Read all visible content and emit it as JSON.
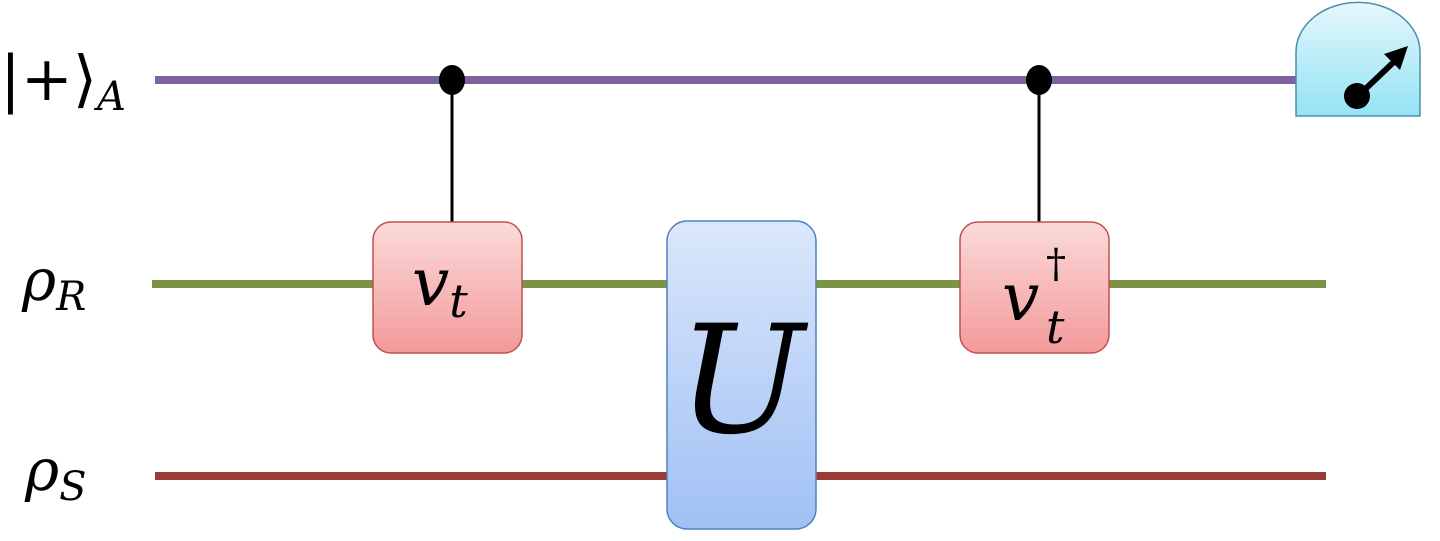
{
  "qubits": {
    "ancilla": {
      "ket_open": "|+⟩",
      "subscript": "A",
      "wire_color": "#7e629e"
    },
    "register": {
      "symbol": "ρ",
      "subscript": "R",
      "wire_color": "#7b9343"
    },
    "system": {
      "symbol": "ρ",
      "subscript": "S",
      "wire_color": "#9b3b38"
    }
  },
  "gates": {
    "controlled_vt": {
      "symbol": "v",
      "subscript": "t",
      "fill_top": "#fbdada",
      "fill_bottom": "#f49a9a",
      "stroke": "#c0504d"
    },
    "unitary": {
      "symbol": "U",
      "fill_top": "#dbe7fb",
      "fill_bottom": "#a0c0f4",
      "stroke": "#4f81bd"
    },
    "controlled_vt_dagger": {
      "symbol": "v",
      "subscript": "t",
      "superscript": "†",
      "fill_top": "#fbdada",
      "fill_bottom": "#f49a9a",
      "stroke": "#c0504d"
    }
  },
  "measurement": {
    "icon": "meter-icon",
    "fill_top": "#e6f7fb",
    "fill_bottom": "#93e3f5",
    "stroke": "#4a8fb0"
  },
  "control_line_color": "#000000"
}
